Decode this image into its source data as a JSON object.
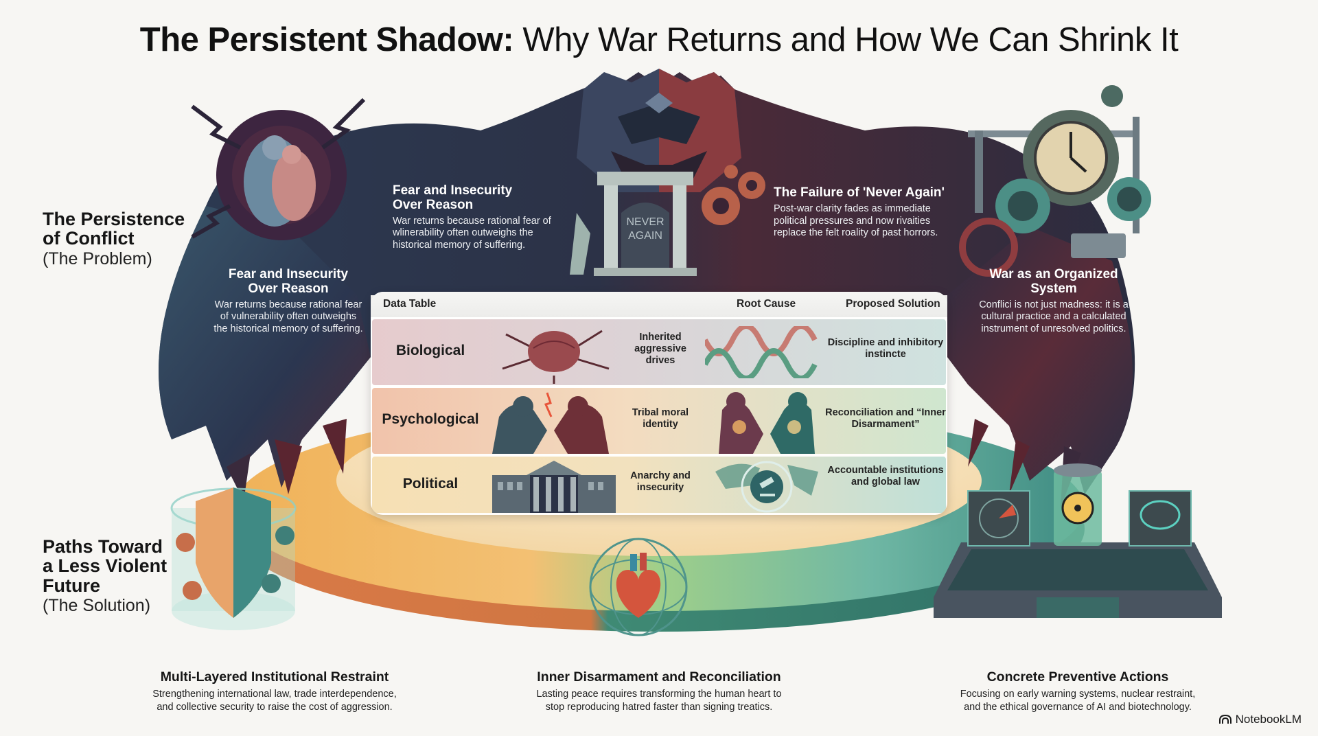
{
  "title": {
    "bold": "The Persistent Shadow:",
    "light": " Why War Returns and How We Can Shrink It"
  },
  "problem_section": {
    "heading": "The Persistence of Conflict",
    "heading_line1": "The Persistence",
    "heading_line2": "of Conflict",
    "subheading": "(The Problem)"
  },
  "solution_section": {
    "heading_line1": "Paths Toward",
    "heading_line2": "a Less Violent",
    "heading_line3": "Future",
    "subheading": "(The Solution)"
  },
  "problem_points": [
    {
      "id": "fear-left",
      "heading_line1": "Fear and Insecurity",
      "heading_line2": "Over Reason",
      "body": "War returns because rational fear of vulnerability often outweighs the historical memory of suffering.",
      "icon": "huddled-figures-icon"
    },
    {
      "id": "fear-top",
      "heading_line1": "Fear and Insecurity",
      "heading_line2": "Over Reason",
      "body": "War returns because rational fear of wlinerability often outweighs the historical memory of suffering."
    },
    {
      "id": "never-again",
      "heading": "The Failure of 'Never Again'",
      "body": "Post-war clarity fades as immediate political pressures and now rivaities replace the felt roality of past horrors.",
      "monument_text_line1": "NEVER",
      "monument_text_line2": "AGAIN",
      "icon": "broken-monument-icon"
    },
    {
      "id": "organized-system",
      "heading_line1": "War as an Organized",
      "heading_line2": "System",
      "body": "Conflici is not just madness: it is a cultural practice and a calculated instrument of unresolved politics.",
      "icon": "clockwork-machine-icon"
    }
  ],
  "data_table": {
    "label": "Data Table",
    "columns": [
      "Root Cause",
      "Proposed Solution"
    ],
    "rows": [
      {
        "category": "Biological",
        "root_cause": "Inherited aggressive drives",
        "solution": "Discipline and inhibitory instincte",
        "cause_icon": "cracked-brain-icon",
        "solution_icon": "dna-helix-icon",
        "bg_from": "#e8cfd0",
        "bg_to": "#cfe3e0"
      },
      {
        "category": "Psychological",
        "root_cause": "Tribal moral identity",
        "solution": "Reconciliation and “Inner Disarmament”",
        "cause_icon": "confronting-figures-icon",
        "solution_icon": "handshake-figures-icon",
        "bg_from": "#f1c6ae",
        "bg_to": "#cfe6cf"
      },
      {
        "category": "Political",
        "root_cause": "Anarchy and insecurity",
        "solution": "Accountable institutions and global law",
        "cause_icon": "government-building-icon",
        "solution_icon": "globe-gavel-icon",
        "bg_from": "#f6dfb3",
        "bg_to": "#bfe0d8"
      }
    ]
  },
  "solutions": [
    {
      "heading": "Multi-Layered Institutional Restraint",
      "body_line1": "Strengthening international law, trade interdependence,",
      "body_line2": "and collective security to raise the cost of aggression.",
      "icon": "layered-shield-icon"
    },
    {
      "heading": "Inner Disarmament and Reconciliation",
      "body_line1": "Lasting peace requires transforming the human heart to",
      "body_line2": "stop reproducing hatred faster than signing treatics.",
      "icon": "heart-sphere-icon"
    },
    {
      "heading": "Concrete Preventive Actions",
      "body_line1": "Focusing on early warning systems, nuclear restraint,",
      "body_line2": "and the ethical governance of AI and biotechnology.",
      "icon": "control-console-icon"
    }
  ],
  "brand": {
    "label": "NotebookLM",
    "icon": "notebooklm-logo-icon"
  },
  "colors": {
    "background": "#f7f6f3",
    "monster_blue": "#2f3e57",
    "monster_red": "#6e2a35",
    "teal": "#3f8f86",
    "orange": "#e6a04e",
    "green": "#8fbf7a"
  }
}
